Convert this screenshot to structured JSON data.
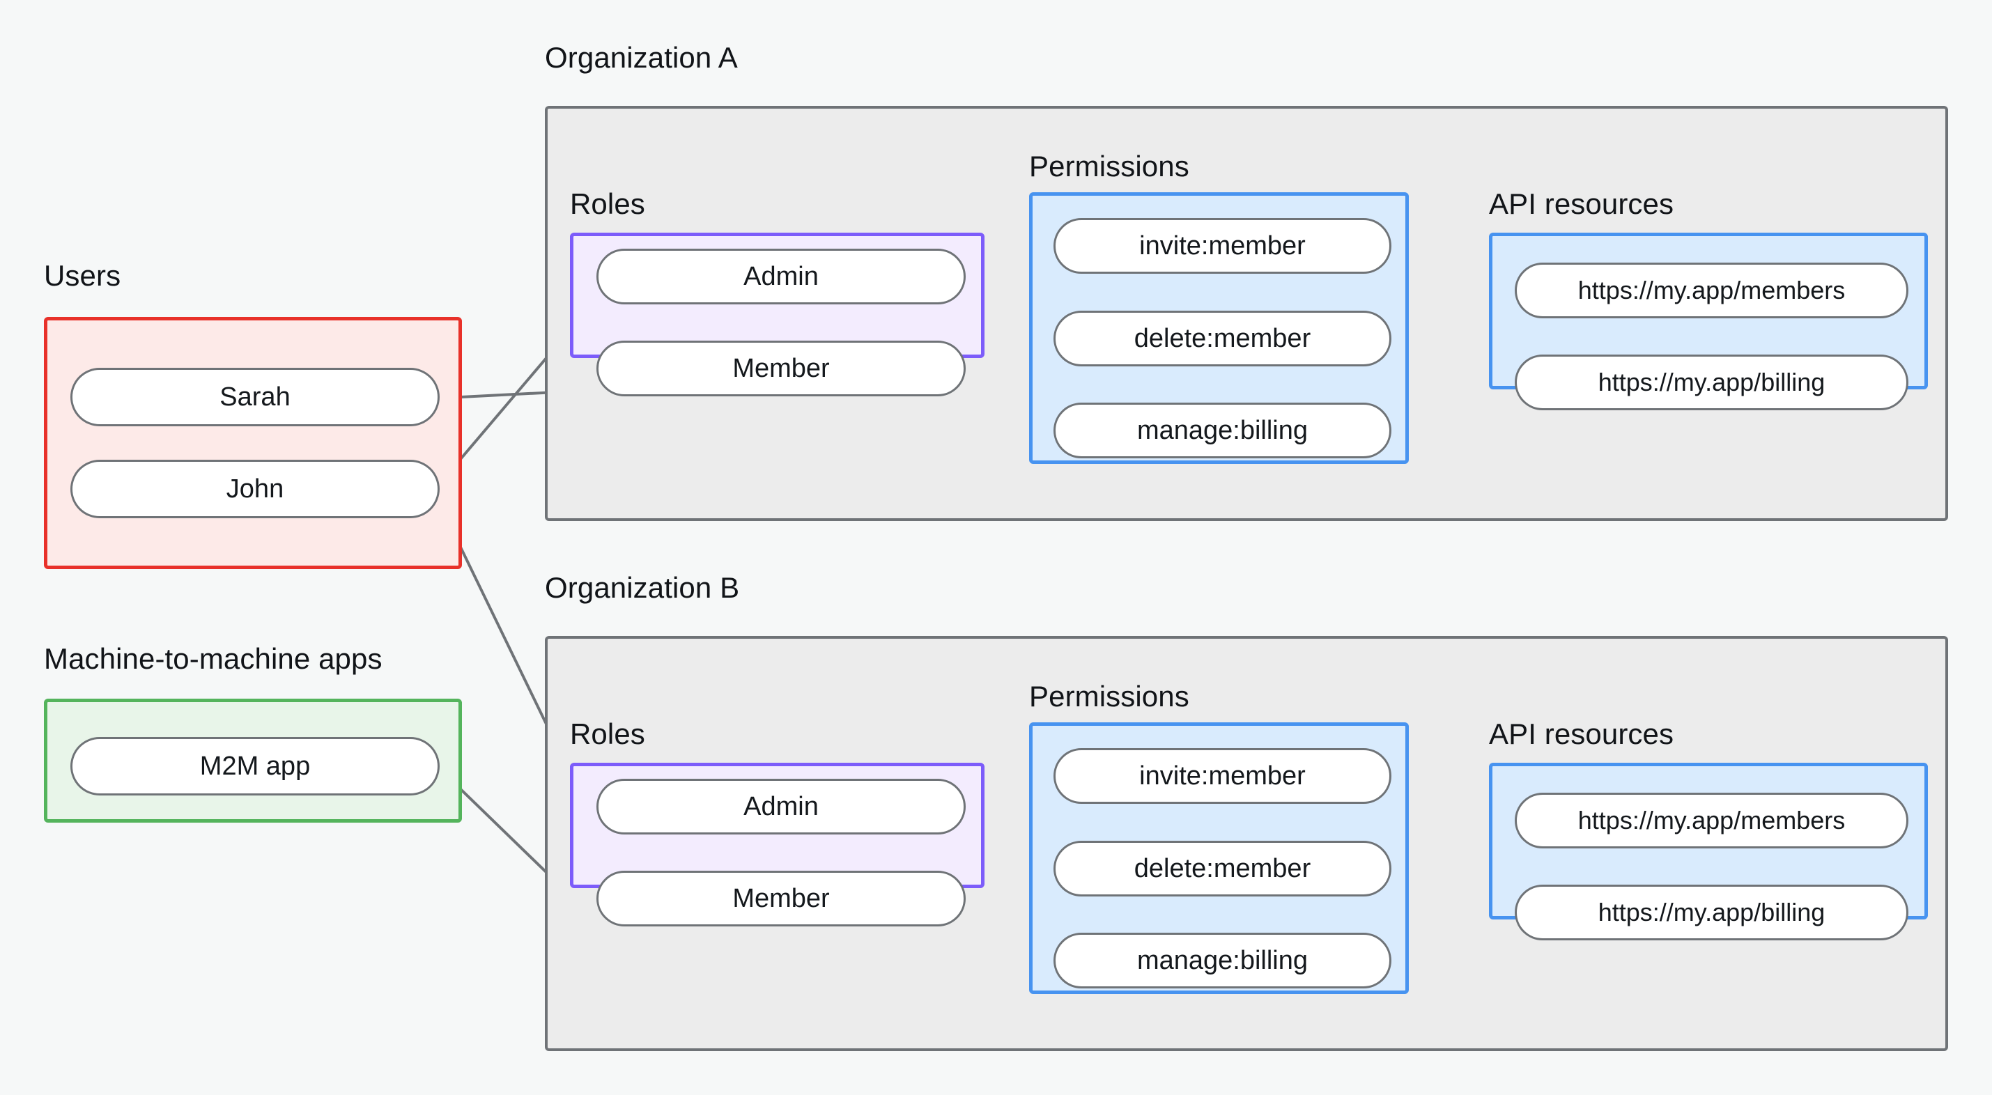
{
  "diagram": {
    "title": "RBAC organization permissions diagram",
    "background_color": "#f6f8f8"
  },
  "colors": {
    "users_border": "#e8312a",
    "users_fill": "#fdeae8",
    "m2m_border": "#54b45c",
    "m2m_fill": "#e8f5e9",
    "roles_border": "#7c5cfa",
    "roles_fill": "#f3ecfe",
    "permissions_border": "#4793f0",
    "permissions_fill": "#d9ebfd",
    "api_border": "#4793f0",
    "api_fill": "#d9ebfd",
    "org_border": "#6f7377",
    "org_fill": "#ececec",
    "node_border": "#6f7377",
    "node_fill": "#ffffff",
    "edge": "#6f7377"
  },
  "left_column": {
    "users": {
      "caption": "Users",
      "nodes": [
        {
          "label": "Sarah"
        },
        {
          "label": "John"
        }
      ]
    },
    "m2m": {
      "caption": "Machine-to-machine apps",
      "nodes": [
        {
          "label": "M2M app"
        }
      ]
    }
  },
  "organizations": [
    {
      "caption": "Organization A",
      "roles": {
        "caption": "Roles",
        "nodes": [
          {
            "label": "Admin"
          },
          {
            "label": "Member"
          }
        ]
      },
      "permissions": {
        "caption": "Permissions",
        "nodes": [
          {
            "label": "invite:member"
          },
          {
            "label": "delete:member"
          },
          {
            "label": "manage:billing"
          }
        ]
      },
      "api_resources": {
        "caption": "API resources",
        "nodes": [
          {
            "label": "https://my.app/members"
          },
          {
            "label": "https://my.app/billing"
          }
        ]
      }
    },
    {
      "caption": "Organization B",
      "roles": {
        "caption": "Roles",
        "nodes": [
          {
            "label": "Admin"
          },
          {
            "label": "Member"
          }
        ]
      },
      "permissions": {
        "caption": "Permissions",
        "nodes": [
          {
            "label": "invite:member"
          },
          {
            "label": "delete:member"
          },
          {
            "label": "manage:billing"
          }
        ]
      },
      "api_resources": {
        "caption": "API resources",
        "nodes": [
          {
            "label": "https://my.app/members"
          },
          {
            "label": "https://my.app/billing"
          }
        ]
      }
    }
  ],
  "connections": [
    {
      "from": "Sarah",
      "to": "Organization A / Member"
    },
    {
      "from": "John",
      "to": "Organization A / Admin"
    },
    {
      "from": "John",
      "to": "Organization B / Admin"
    },
    {
      "from": "M2M app",
      "to": "Organization B / Member"
    },
    {
      "from": "Organization A / Admin",
      "to": "Organization A / invite:member"
    },
    {
      "from": "Organization A / Admin",
      "to": "Organization A / delete:member"
    },
    {
      "from": "Organization A / Member",
      "to": "Organization A / manage:billing"
    },
    {
      "from": "Organization A / invite:member",
      "to": "Organization A / https://my.app/members"
    },
    {
      "from": "Organization A / delete:member",
      "to": "Organization A / https://my.app/members"
    },
    {
      "from": "Organization A / manage:billing",
      "to": "Organization A / https://my.app/billing"
    },
    {
      "from": "Organization B / Admin",
      "to": "Organization B / invite:member"
    },
    {
      "from": "Organization B / Admin",
      "to": "Organization B / delete:member"
    },
    {
      "from": "Organization B / Member",
      "to": "Organization B / manage:billing"
    },
    {
      "from": "Organization B / invite:member",
      "to": "Organization B / https://my.app/members"
    },
    {
      "from": "Organization B / delete:member",
      "to": "Organization B / https://my.app/members"
    },
    {
      "from": "Organization B / manage:billing",
      "to": "Organization B / https://my.app/billing"
    }
  ]
}
